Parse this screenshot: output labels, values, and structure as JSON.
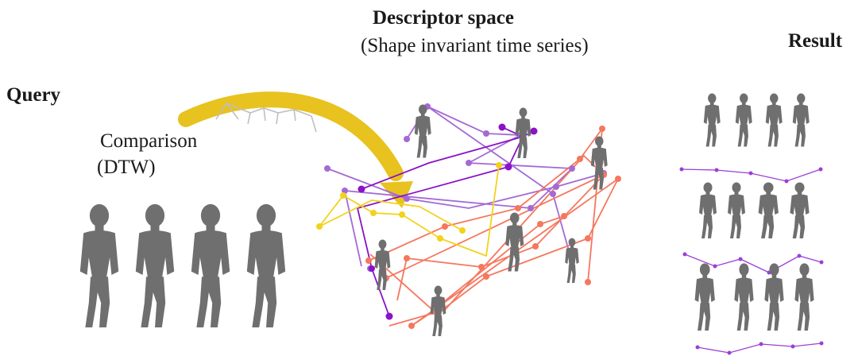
{
  "labels": {
    "query": "Query",
    "descriptor_title": "Descriptor space",
    "descriptor_subtitle": "(Shape invariant time series)",
    "result": "Result",
    "comparison": "Comparison",
    "dtw": "(DTW)"
  },
  "colors": {
    "arrow": "#e8c21e",
    "figure": "#6f6f6f",
    "series_purple_light": "#a36ad6",
    "series_purple_dark": "#8a12c7",
    "series_orange": "#f5775e",
    "series_yellow": "#f2d21b",
    "result_line": "#9c3fd6"
  }
}
